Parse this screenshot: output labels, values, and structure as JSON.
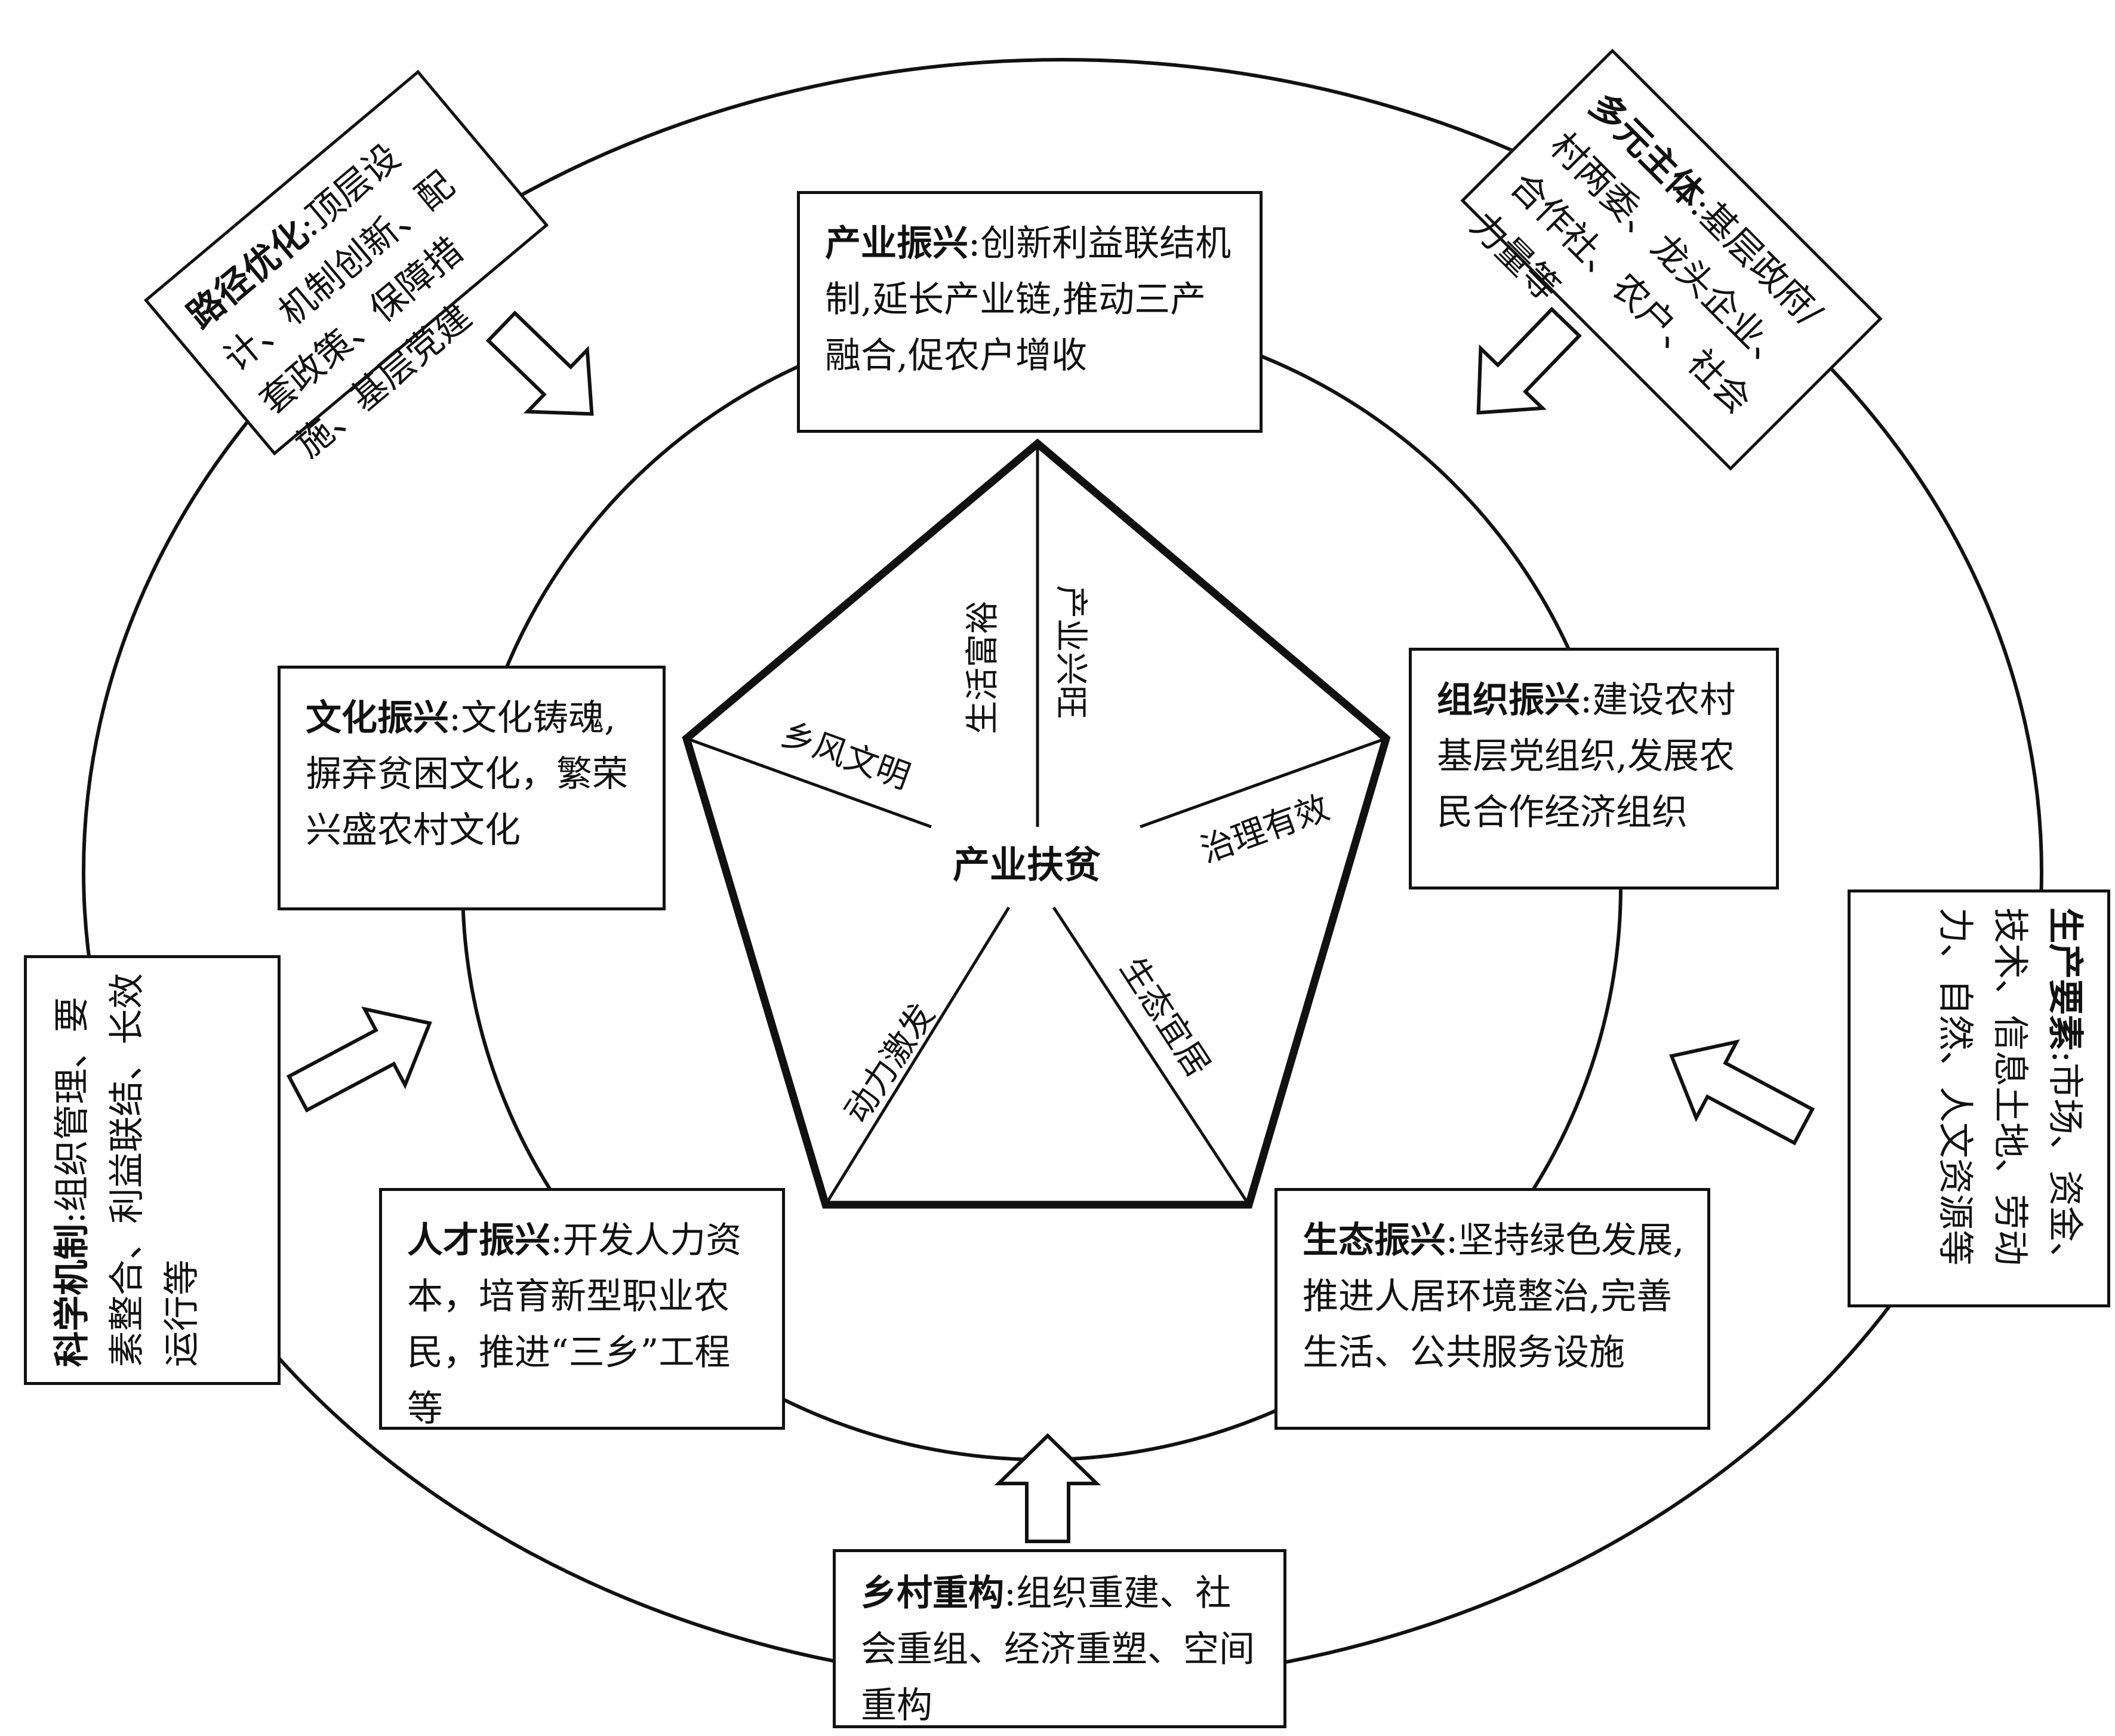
{
  "center": "产业扶贫",
  "pentagon_segments": {
    "top_right": "产业兴旺",
    "top_left": "生活富裕",
    "upper_left": "乡风文明",
    "upper_right": "治理有效",
    "lower_right": "生态宜居",
    "lower_left": "动力激发"
  },
  "inner_boxes": {
    "industry": {
      "head": "产业振兴",
      "text": ":创新利益联结机制,延长产业链,推动三产融合,促农户增收"
    },
    "culture": {
      "head": "文化振兴",
      "text": ":文化铸魂,摒弃贫困文化，繁荣兴盛农村文化"
    },
    "organization": {
      "head": "组织振兴",
      "text": ":建设农村基层党组织,发展农民合作经济组织"
    },
    "talent": {
      "head": "人才振兴",
      "text": ":开发人力资本，培育新型职业农民，推进“三乡”工程等"
    },
    "ecology": {
      "head": "生态振兴",
      "text": ":坚持绿色发展,推进人居环境整治,完善生活、公共服务设施"
    }
  },
  "outer_boxes": {
    "path": {
      "head": "路径优化",
      "text": ":顶层设计、机制创新、配套政策、保障措施、基层党建"
    },
    "subjects": {
      "head": "多元主体",
      "text": ":基层政府/村两委、龙头企业、合作社、农户、社会力量等"
    },
    "factors": {
      "head": "生产要素",
      "text": ":市场、资金、技术、信息土地、劳动力、自然、人文资源等"
    },
    "mechanism": {
      "head": "科学机制",
      "text": ":组织管理、要素整合、利益联结、长效运行等"
    },
    "rural": {
      "head": "乡村重构",
      "text": ":组织重建、社会重组、经济重塑、空间重构"
    }
  }
}
